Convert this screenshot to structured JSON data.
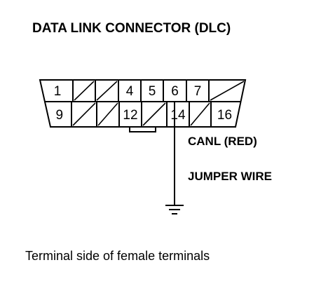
{
  "title": "DATA LINK CONNECTOR (DLC)",
  "connector": {
    "top_row": [
      {
        "pin": "1",
        "label": "1",
        "blank": false
      },
      {
        "pin": "2",
        "label": "",
        "blank": true
      },
      {
        "pin": "3",
        "label": "",
        "blank": true
      },
      {
        "pin": "4",
        "label": "4",
        "blank": false
      },
      {
        "pin": "5",
        "label": "5",
        "blank": false
      },
      {
        "pin": "6",
        "label": "6",
        "blank": false
      },
      {
        "pin": "7",
        "label": "7",
        "blank": false
      },
      {
        "pin": "8",
        "label": "",
        "blank": true
      }
    ],
    "bottom_row": [
      {
        "pin": "9",
        "label": "9",
        "blank": false
      },
      {
        "pin": "10",
        "label": "",
        "blank": true
      },
      {
        "pin": "11",
        "label": "",
        "blank": true
      },
      {
        "pin": "12",
        "label": "12",
        "blank": false
      },
      {
        "pin": "13",
        "label": "",
        "blank": true
      },
      {
        "pin": "14",
        "label": "14",
        "blank": false
      },
      {
        "pin": "15",
        "label": "",
        "blank": true
      },
      {
        "pin": "16",
        "label": "16",
        "blank": false
      }
    ]
  },
  "wire_labels": {
    "wire_color": "CANL (RED)",
    "jumper": "JUMPER WIRE"
  },
  "caption": "Terminal side of female terminals",
  "colors": {
    "line": "#000000",
    "background": "#ffffff"
  }
}
